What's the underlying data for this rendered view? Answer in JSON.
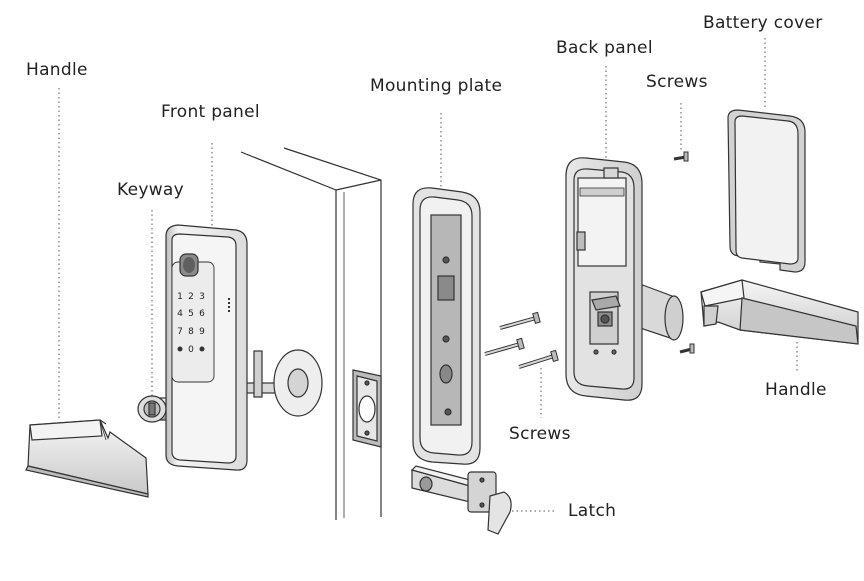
{
  "labels": {
    "handle_left": "Handle",
    "front_panel": "Front panel",
    "keyway": "Keyway",
    "mounting_plate": "Mounting plate",
    "back_panel": "Back panel",
    "screws_top": "Screws",
    "battery_cover": "Battery cover",
    "handle_right": "Handle",
    "screws_bottom": "Screws",
    "latch": "Latch"
  },
  "keypad": {
    "keys": [
      "1",
      "2",
      "3",
      "4",
      "5",
      "6",
      "7",
      "8",
      "9",
      "0"
    ]
  },
  "colors": {
    "stroke": "#3a3a3a",
    "fill_light": "#f2f2f2",
    "fill_mid": "#d9d9d9",
    "fill_dark": "#9a9a9a",
    "keypad_face": "#ececec"
  }
}
